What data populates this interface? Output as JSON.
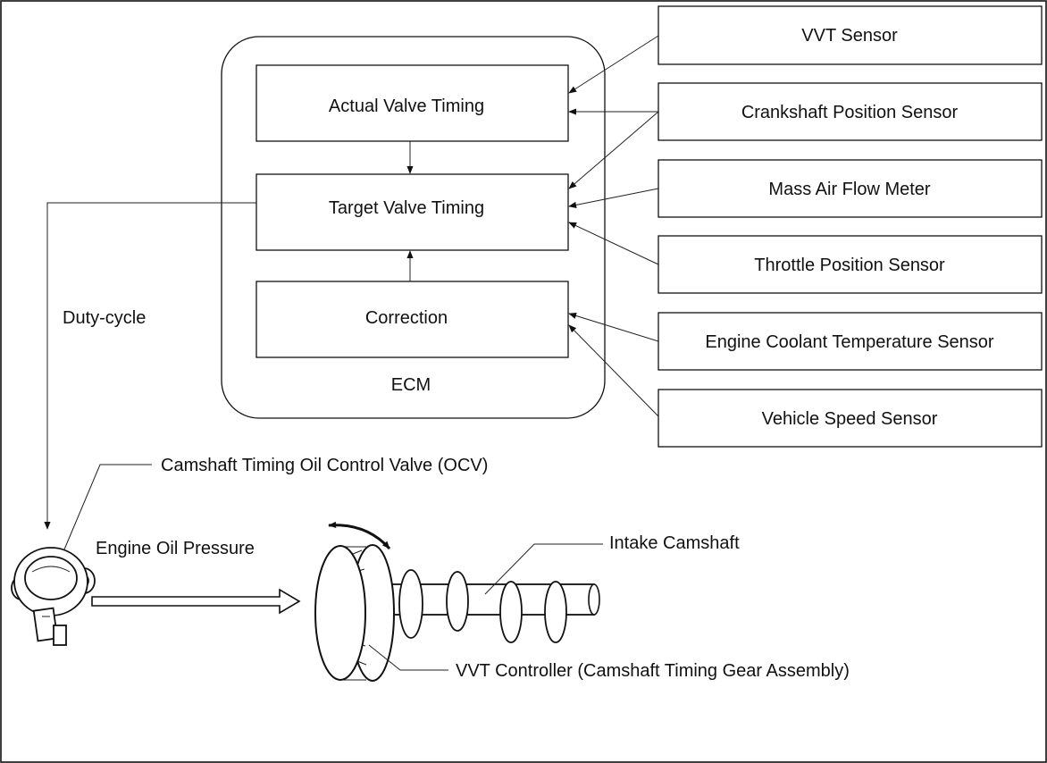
{
  "ecm": {
    "label": "ECM",
    "blocks": {
      "actual": "Actual Valve Timing",
      "target": "Target Valve Timing",
      "correction": "Correction"
    }
  },
  "sensors": [
    "VVT Sensor",
    "Crankshaft Position Sensor",
    "Mass Air Flow Meter",
    "Throttle Position Sensor",
    "Engine Coolant Temperature Sensor",
    "Vehicle Speed Sensor"
  ],
  "signals": {
    "duty_cycle": "Duty-cycle",
    "oil_pressure": "Engine Oil Pressure"
  },
  "components": {
    "ocv": "Camshaft Timing Oil Control Valve (OCV)",
    "intake_camshaft": "Intake Camshaft",
    "vvt_controller": "VVT Controller (Camshaft Timing Gear Assembly)"
  }
}
